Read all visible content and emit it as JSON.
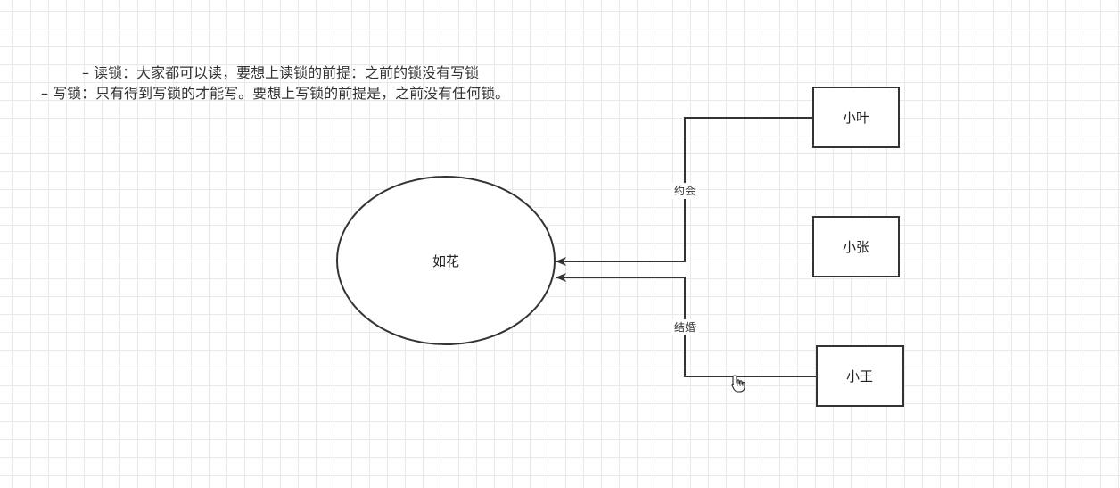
{
  "notes": [
    "– 读锁：大家都可以读，要想上读锁的前提：之前的锁没有写锁",
    "– 写锁：只有得到写锁的才能写。要想上写锁的前提是，之前没有任何锁。"
  ],
  "nodes": {
    "center": "如花",
    "xiaoye": "小叶",
    "xiaozhang": "小张",
    "xiaowang": "小王"
  },
  "edges": {
    "date": "约会",
    "marry": "结婚"
  },
  "colors": {
    "line": "#333333",
    "grid": "#e9e9e9",
    "fill": "#ffffff"
  }
}
